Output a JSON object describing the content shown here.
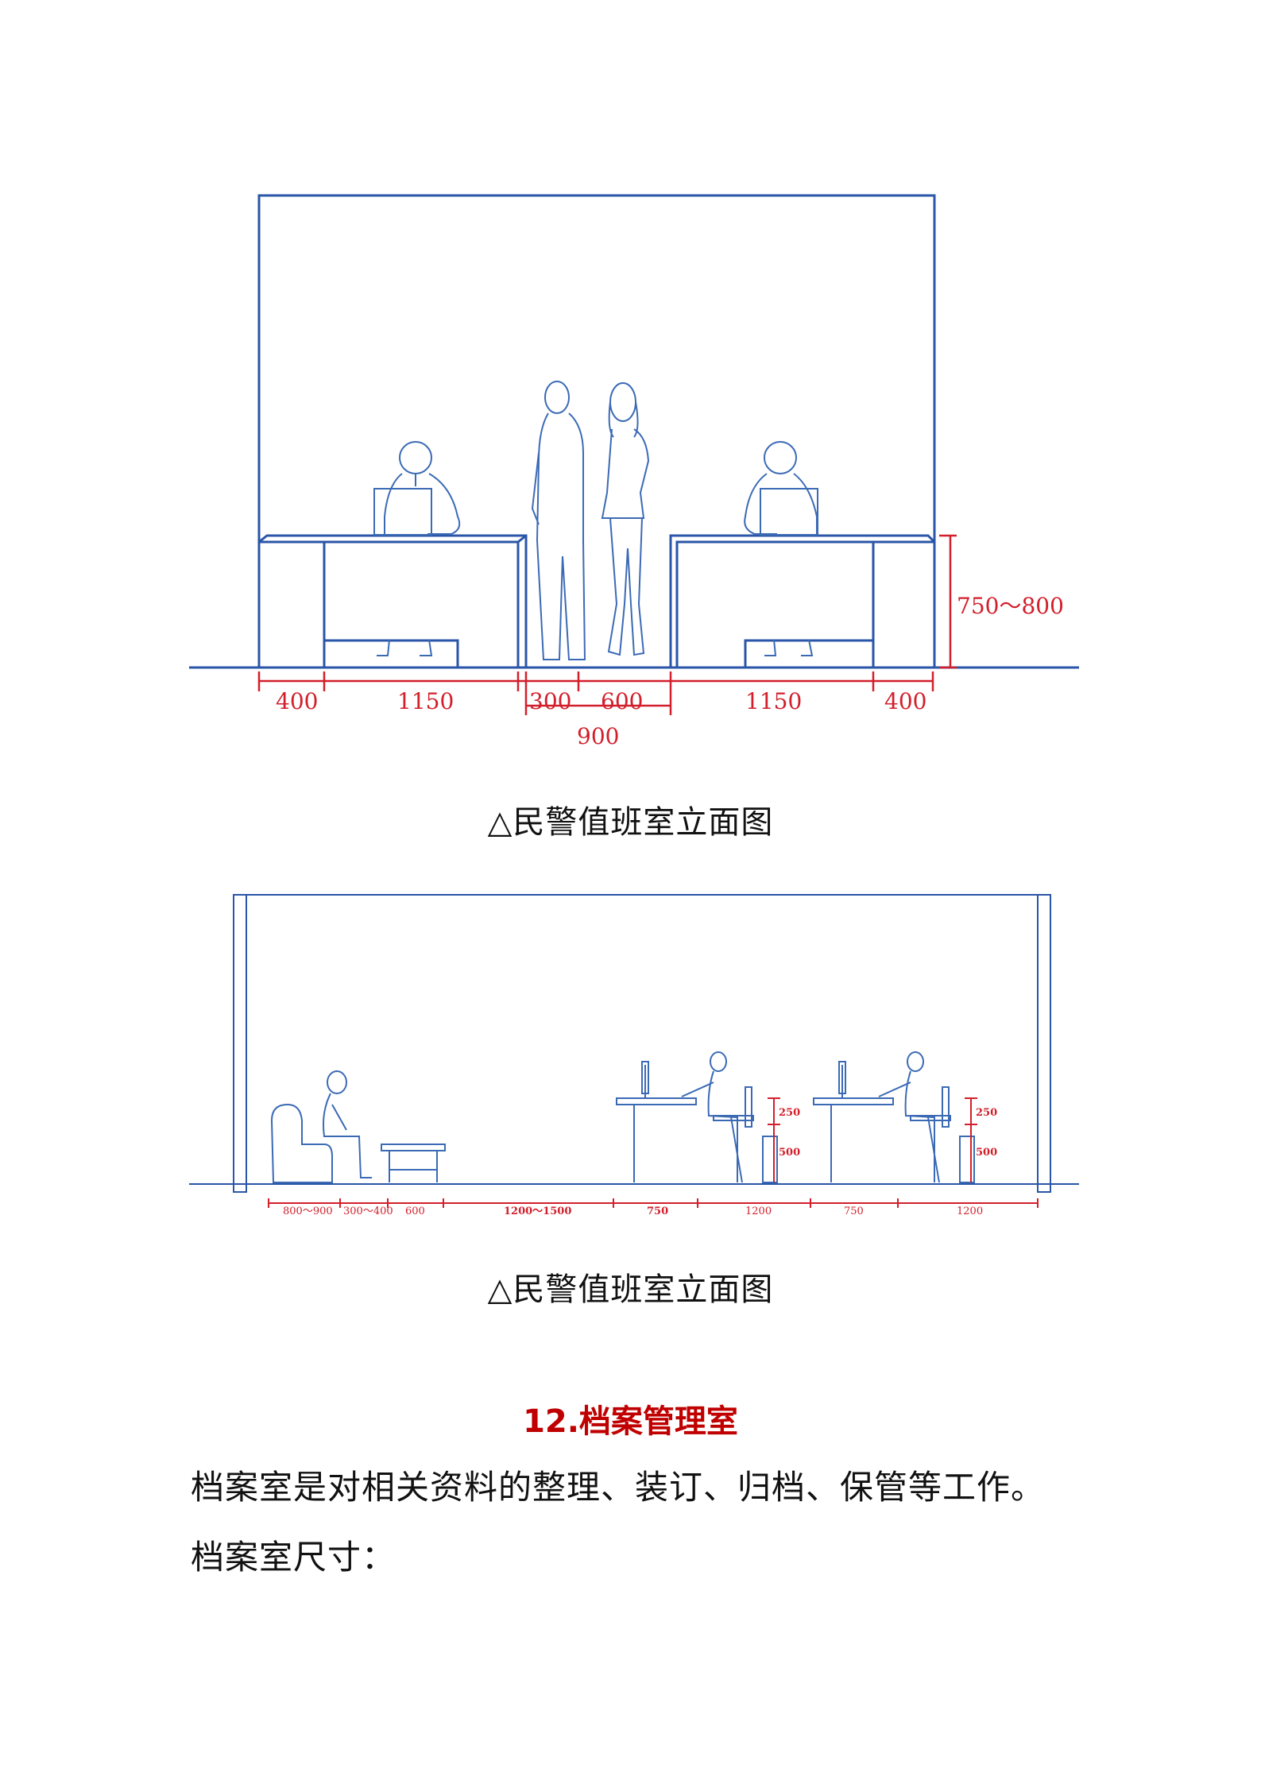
{
  "figure1": {
    "dimensions": {
      "height": "750～800",
      "d1": "400",
      "d2": "1150",
      "d3": "300",
      "d4": "600",
      "d5": "1150",
      "d6": "400",
      "d7": "900"
    },
    "caption": "△民警值班室立面图"
  },
  "figure2": {
    "dimensions": {
      "d1": "800～900",
      "d2": "300～400",
      "d3": "600",
      "d4": "1200～1500",
      "d5": "750",
      "d6": "1200",
      "d7": "750",
      "d8": "1200",
      "h1a": "250",
      "h1b": "500",
      "h2a": "250",
      "h2b": "500"
    },
    "caption": "△民警值班室立面图"
  },
  "section": {
    "title": "12.档案管理室",
    "paragraphs": [
      "档案室是对相关资料的整理、装订、归档、保管等工作。",
      "档案室尺寸："
    ]
  },
  "colors": {
    "drawing_line": "#2a55a8",
    "dimension": "#d21f2b",
    "title_red": "#c00000"
  }
}
